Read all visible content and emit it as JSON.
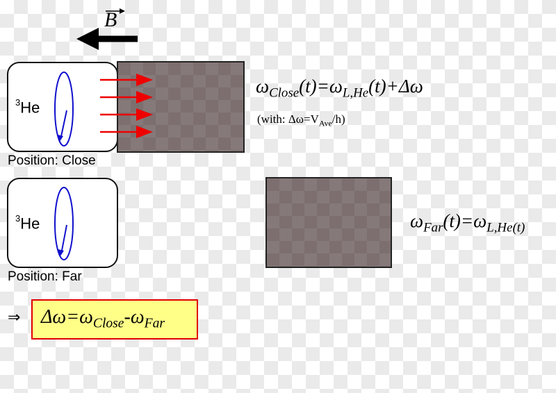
{
  "field": {
    "symbol": "B"
  },
  "atom": {
    "mass_number": "3",
    "element": "He"
  },
  "positions": {
    "close": "Position: Close",
    "far": "Position: Far"
  },
  "eq_close": {
    "w1": "ω",
    "sub1": "Close",
    "mid": "(t)=ω",
    "sub2": "L,He",
    "tail": "(t)+Δω"
  },
  "eq_close_note": {
    "pre": "(with: Δω=V",
    "sub": "Ave",
    "post": "/h)"
  },
  "eq_far": {
    "w1": "ω",
    "sub1": "Far",
    "mid": "(t)=ω",
    "sub2": "L,He(t)"
  },
  "result": {
    "implies": "⇒",
    "pre": "Δω=ω",
    "sub1": "Close",
    "mid": "-ω",
    "sub2": "Far"
  }
}
